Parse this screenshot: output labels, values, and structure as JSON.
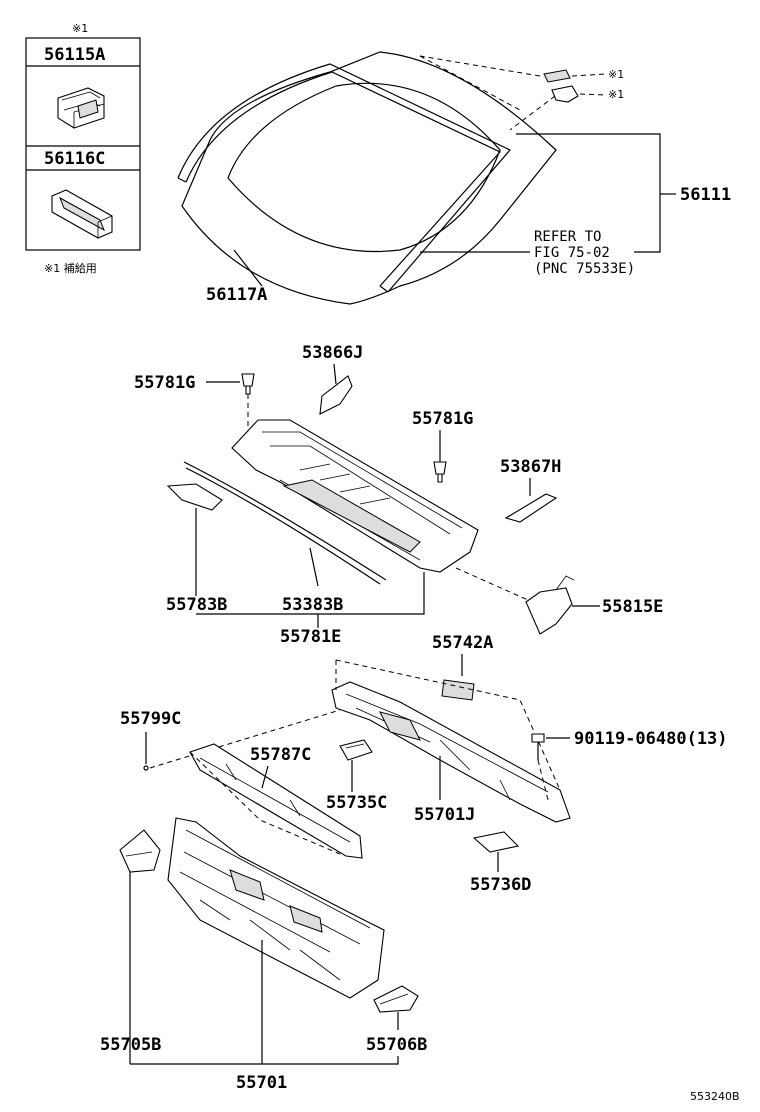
{
  "legend": {
    "top_mark": "※1",
    "part_a": "56115A",
    "part_b": "56116C",
    "footnote": "※1 補給用"
  },
  "marks": {
    "m1": "※1",
    "m2": "※1"
  },
  "labels": {
    "p56111": "56111",
    "p56117A": "56117A",
    "refer_line1": "REFER TO",
    "refer_line2": "FIG 75-02",
    "refer_line3": "(PNC 75533E)",
    "p55781G_left": "55781G",
    "p53866J": "53866J",
    "p55781G_right": "55781G",
    "p53867H": "53867H",
    "p55783B": "55783B",
    "p53383B": "53383B",
    "p55815E": "55815E",
    "p55781E": "55781E",
    "p55742A": "55742A",
    "p55799C": "55799C",
    "p55787C": "55787C",
    "p90119": "90119-06480(13)",
    "p55735C": "55735C",
    "p55701J": "55701J",
    "p55736D": "55736D",
    "p55705B": "55705B",
    "p55706B": "55706B",
    "p55701": "55701",
    "diagram_id": "553240B"
  }
}
